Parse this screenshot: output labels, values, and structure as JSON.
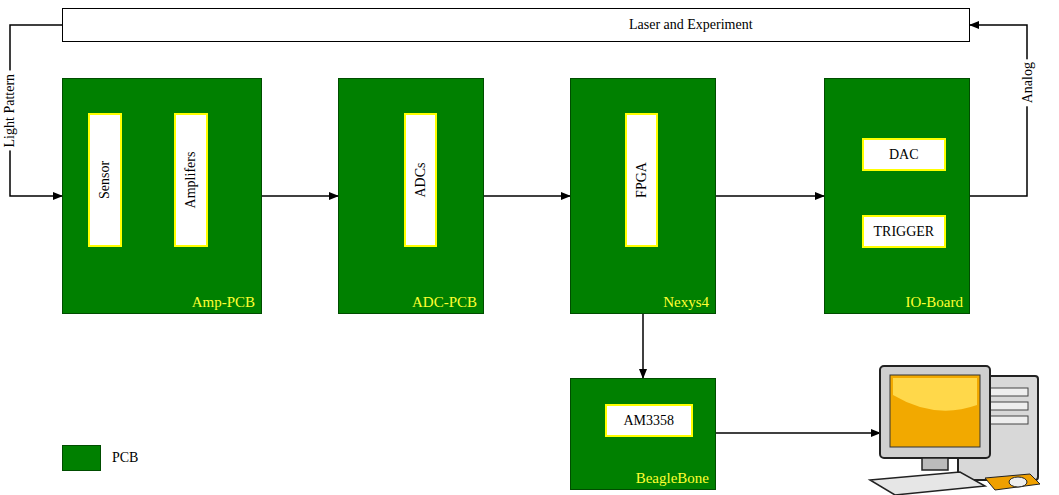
{
  "diagram": {
    "nodes": [
      {
        "text": [
          "Laser and Experiment"
        ]
      },
      {
        "text": [
          "Amp-PCB"
        ]
      },
      {
        "text": [
          "Sensor"
        ],
        "in": 1
      },
      {
        "text": [
          "Amplifers"
        ],
        "in": 1
      },
      {
        "text": [
          "ADC-PCB"
        ]
      },
      {
        "text": [
          "ADCs"
        ],
        "in": 4
      },
      {
        "text": [
          "Nexys4"
        ]
      },
      {
        "text": [
          "FPGA"
        ],
        "in": 6
      },
      {
        "text": [
          "IO-Board"
        ]
      },
      {
        "text": [
          "DAC"
        ],
        "in": 8
      },
      {
        "text": [
          "TRIGGER"
        ],
        "in": 8
      },
      {
        "text": [
          "BeagleBone"
        ]
      },
      {
        "text": [
          "AM3358"
        ],
        "in": 11
      }
    ],
    "edges": [
      {
        "from": 0,
        "to": 1,
        "label": "Light Pattern",
        "arrow": "to"
      },
      {
        "from": 1,
        "to": 4,
        "arrow": "to"
      },
      {
        "from": 4,
        "to": 6,
        "arrow": "to"
      },
      {
        "from": 6,
        "to": 8,
        "arrow": "to"
      },
      {
        "from": 6,
        "to": 11,
        "arrow": "to"
      },
      {
        "from": 8,
        "to": 0,
        "label": "Analog",
        "arrow": "to"
      }
    ],
    "legend": [
      {
        "text": "PCB",
        "color": "#008000"
      }
    ]
  }
}
